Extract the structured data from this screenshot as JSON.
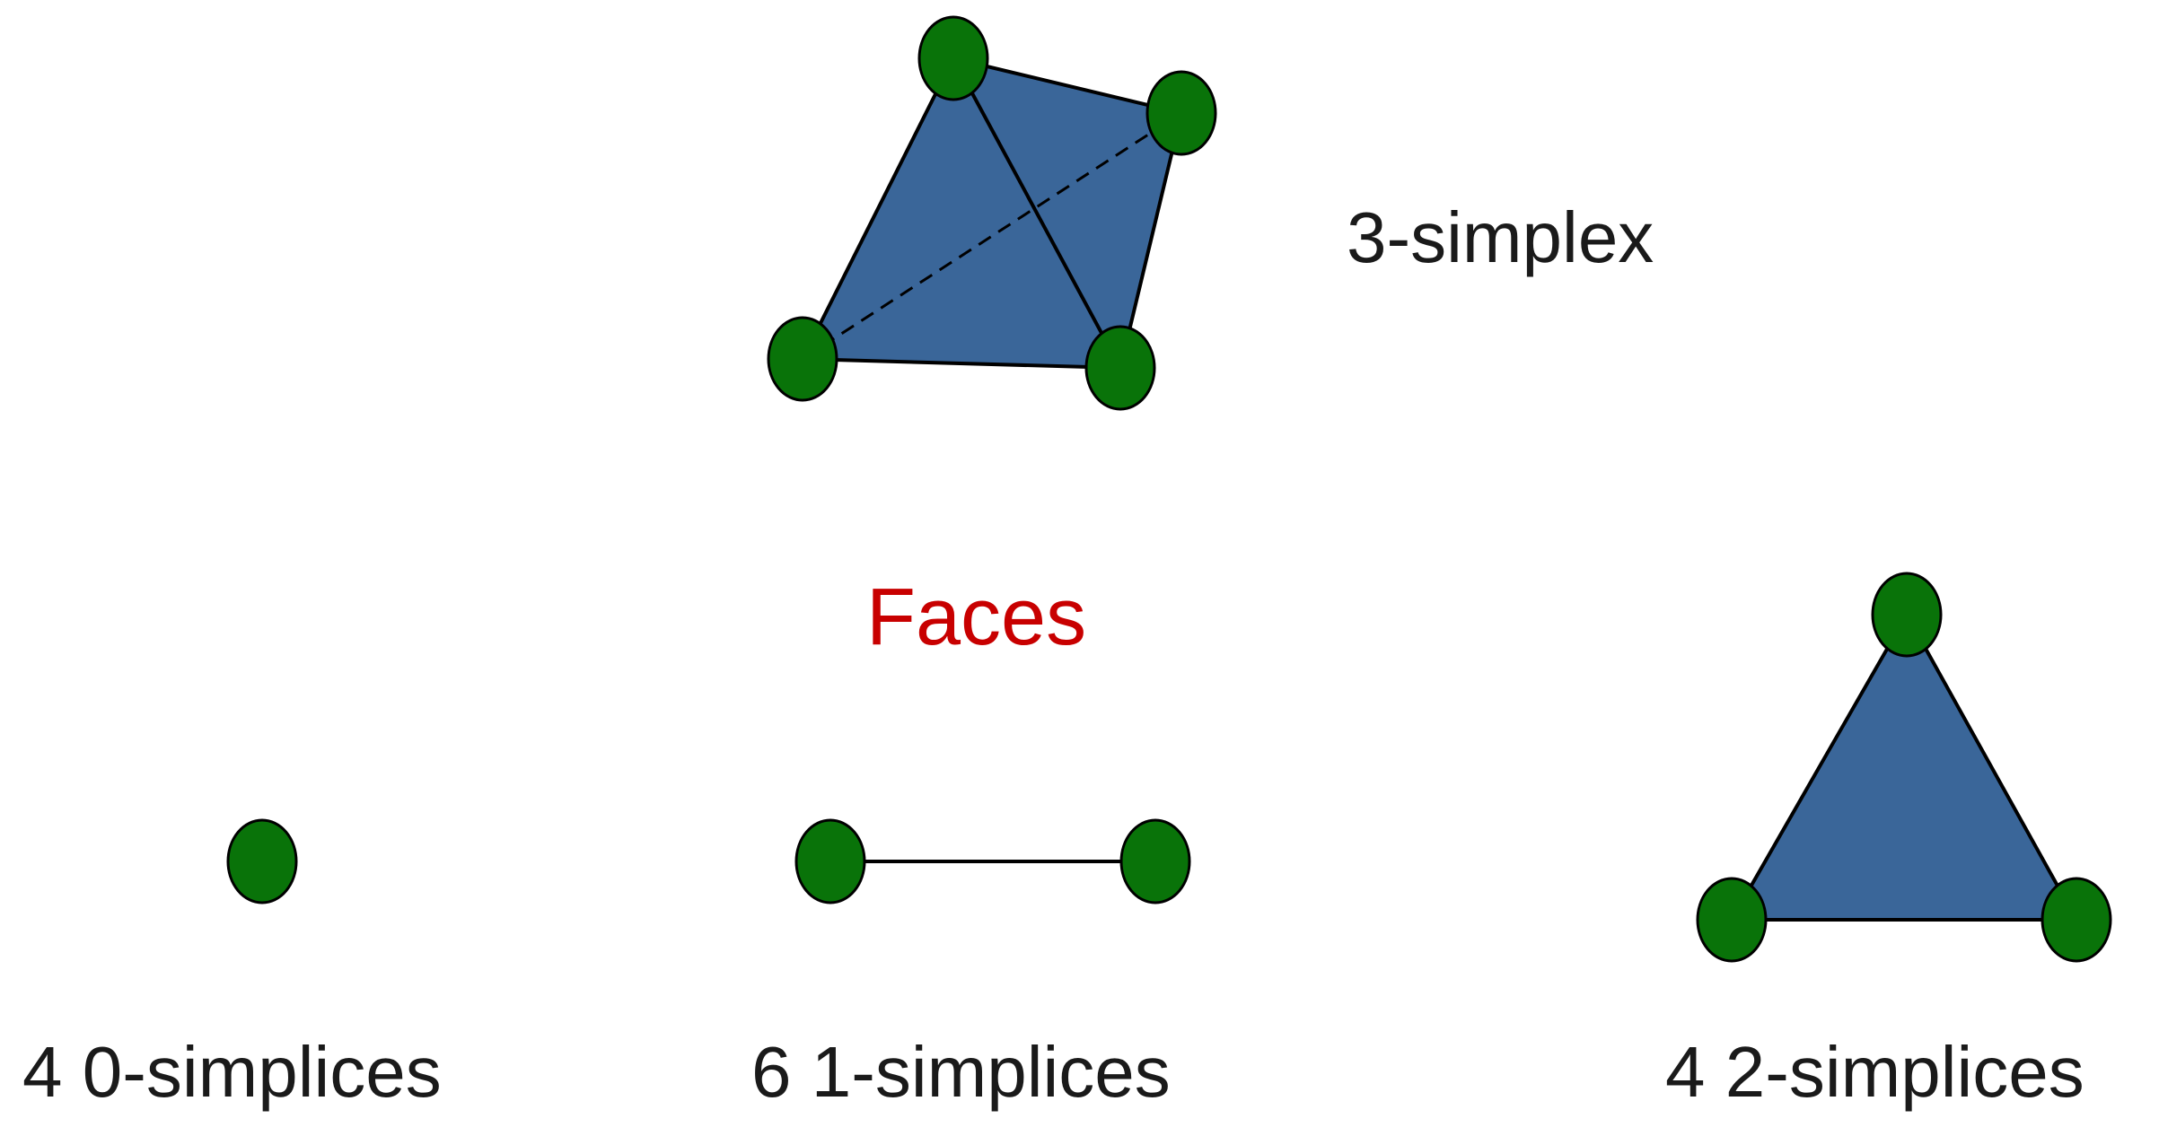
{
  "labels": {
    "tetrahedron": "3-simplex",
    "faces": "Faces",
    "vertices": "4 0-simplices",
    "edges": "6 1-simplices",
    "triangles": "4 2-simplices"
  },
  "colors": {
    "face_fill": "#3a6699",
    "vertex_fill": "#097309",
    "outline": "#000000",
    "faces_heading": "#c80000",
    "text": "#1a1a1a"
  }
}
